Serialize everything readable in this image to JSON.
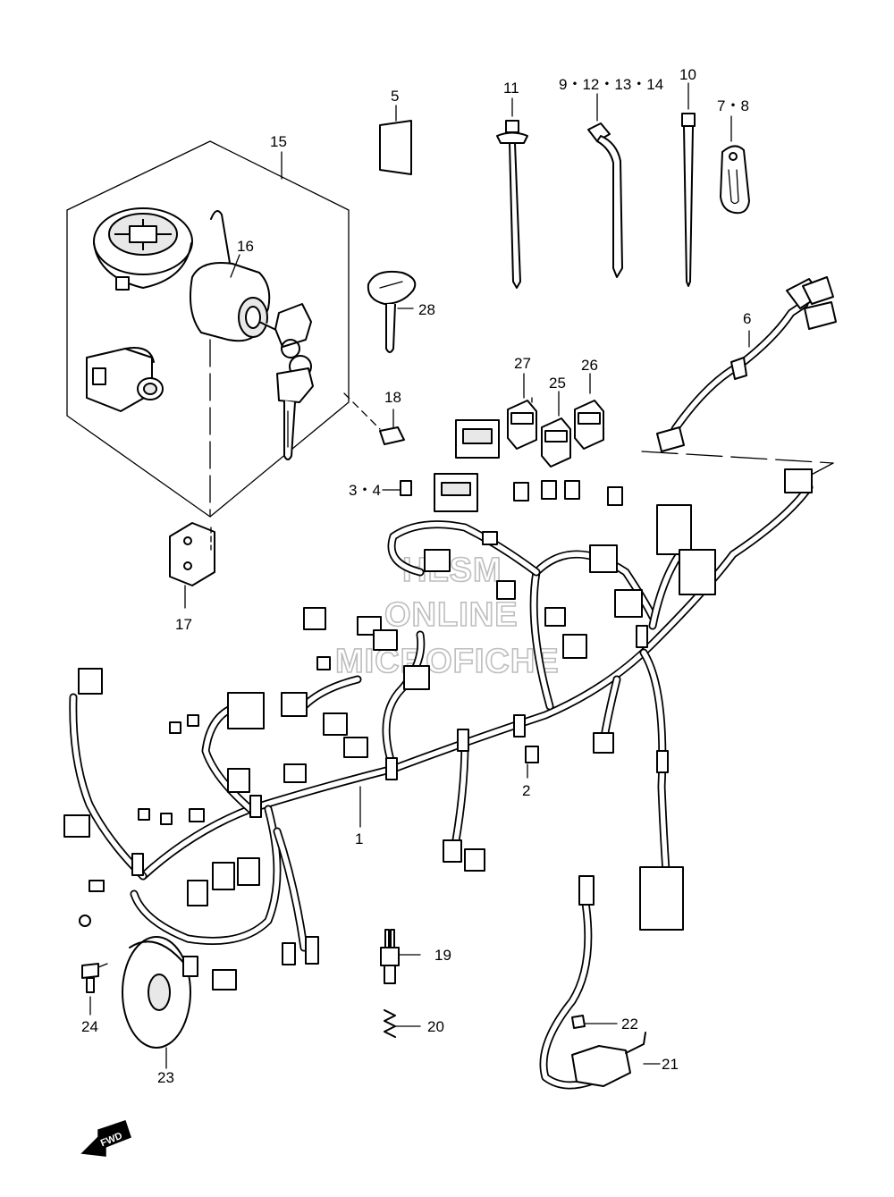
{
  "labels": {
    "p1": "1",
    "p2": "2",
    "p3_4": "3・4",
    "p5": "5",
    "p6": "6",
    "p7_8": "7・8",
    "p9_14": "9・12・13・14",
    "p10": "10",
    "p11": "11",
    "p15": "15",
    "p16": "16",
    "p17": "17",
    "p18": "18",
    "p19": "19",
    "p20": "20",
    "p21": "21",
    "p22": "22",
    "p23": "23",
    "p24": "24",
    "p25": "25",
    "p26": "26",
    "p27": "27",
    "p28": "28"
  },
  "watermark": {
    "line1": "HLSM",
    "line2": "ONLINE",
    "line3": "MICROFICHE"
  },
  "direction_arrow": {
    "text": "FWD"
  }
}
